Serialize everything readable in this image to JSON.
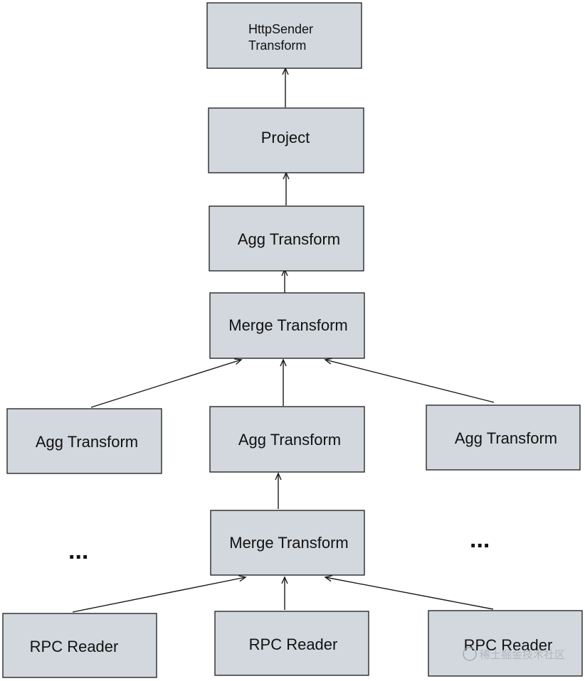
{
  "nodes": {
    "httpsender": {
      "lines": [
        "HttpSender",
        "Transform"
      ]
    },
    "project": {
      "label": "Project"
    },
    "agg_top": {
      "label": "Agg Transform"
    },
    "merge_top": {
      "label": "Merge Transform"
    },
    "agg_left": {
      "label": "Agg Transform"
    },
    "agg_center": {
      "label": "Agg Transform"
    },
    "agg_right": {
      "label": "Agg Transform"
    },
    "merge_bottom": {
      "label": "Merge Transform"
    },
    "rpc_left": {
      "label": "RPC Reader"
    },
    "rpc_center": {
      "label": "RPC Reader"
    },
    "rpc_right": {
      "label": "RPC Reader"
    }
  },
  "ellipsis": {
    "left": "...",
    "right": "..."
  },
  "watermark": {
    "text": "稀土掘金技术社区"
  },
  "colors": {
    "node_fill": "#d3d8de",
    "stroke": "#1a1a1a"
  }
}
